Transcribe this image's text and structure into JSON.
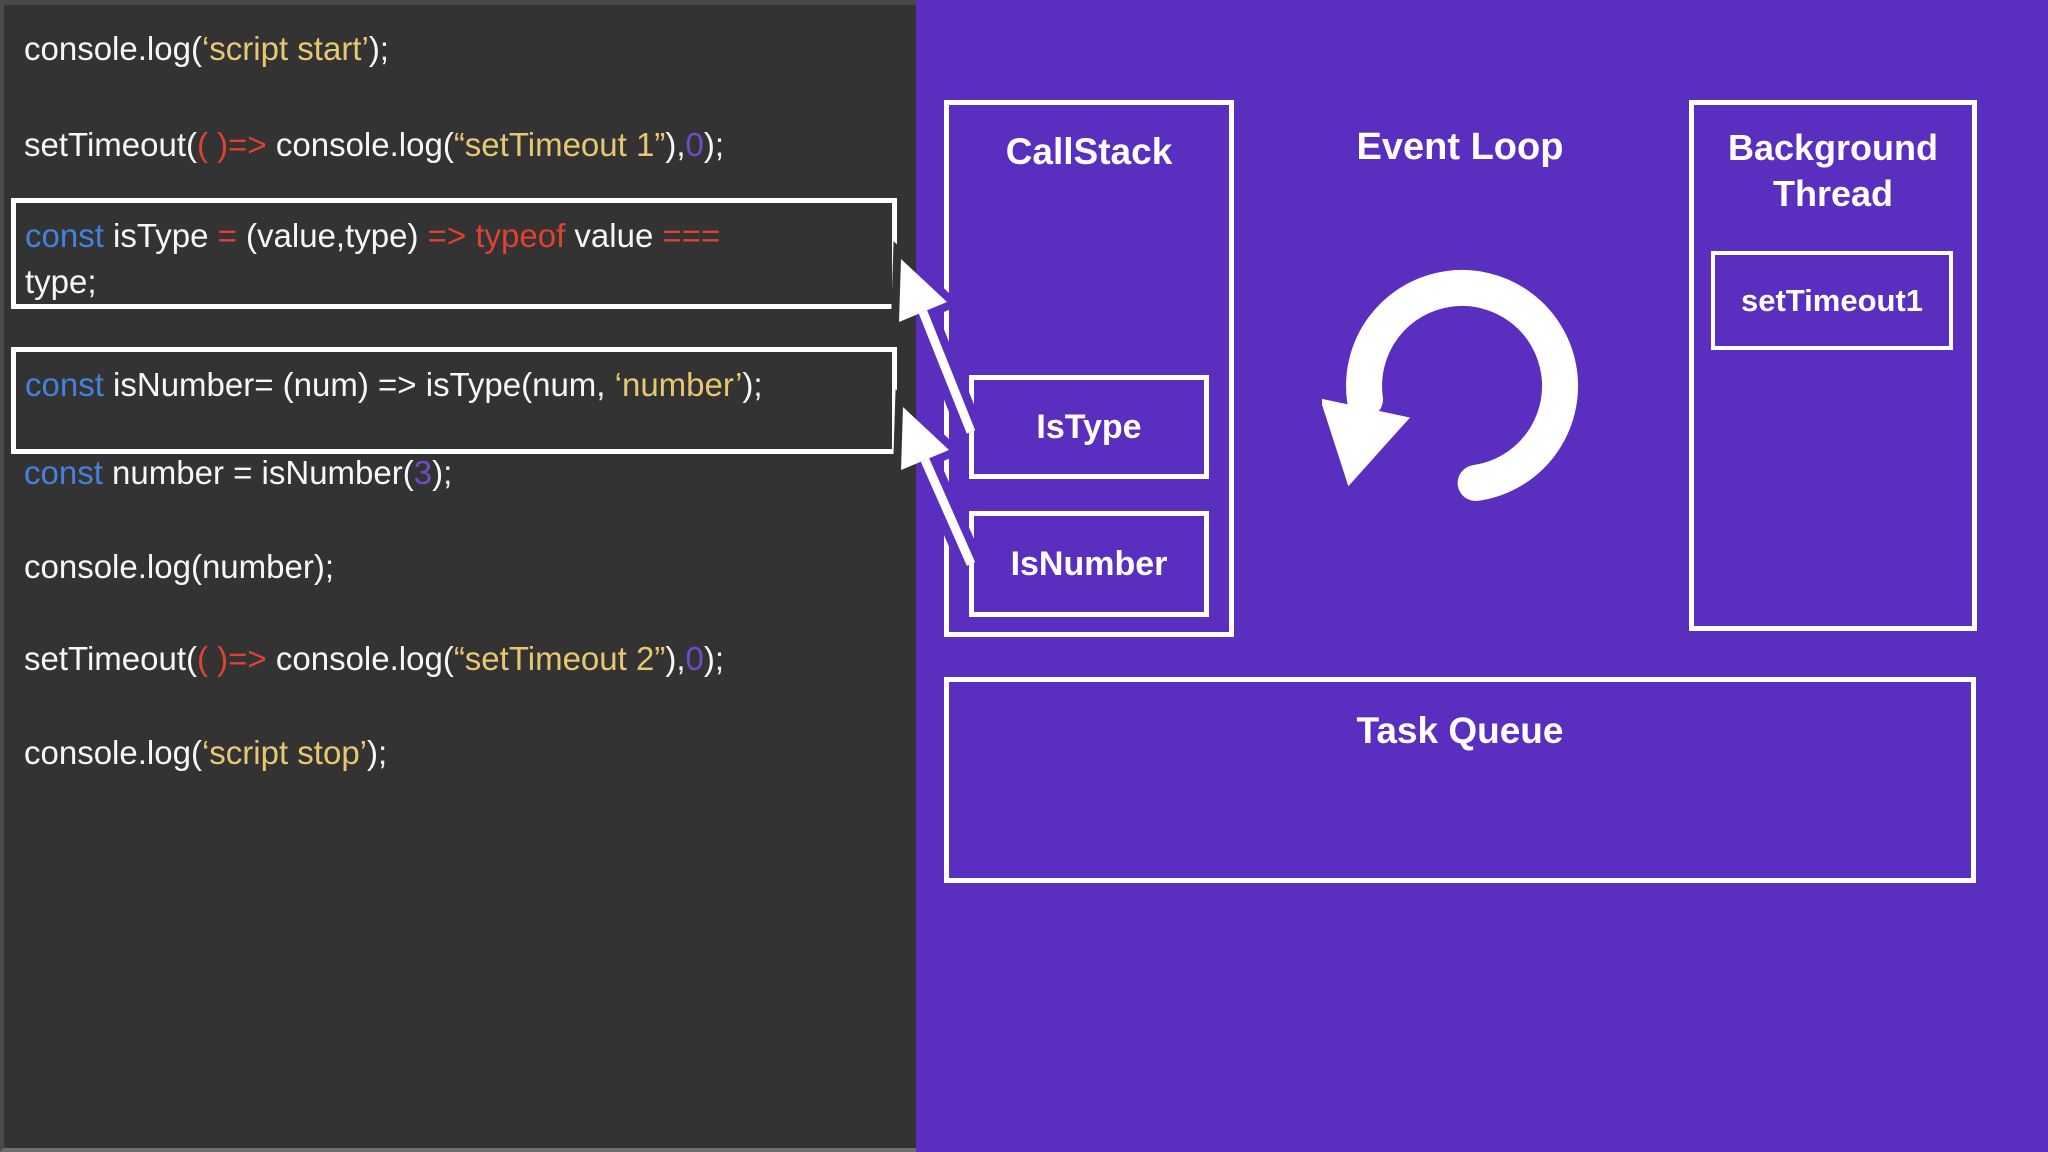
{
  "colors": {
    "panel_dark": "#333333",
    "background_purple": "#5A2EBE",
    "box_border": "#ffffff",
    "code_text": "#F7F7F7",
    "code_string": "#E7C870",
    "code_keyword_const": "#4481DA",
    "code_red": "#DE4231",
    "code_number": "#6C4DC7"
  },
  "code_panel": {
    "blocks": [
      {
        "boxed": false,
        "lines": [
          [
            [
              "console.log(",
              "t"
            ],
            [
              "‘script start’",
              "s"
            ],
            [
              ");",
              "t"
            ]
          ]
        ]
      },
      {
        "boxed": false,
        "lines": [
          [
            [
              "setTimeout(",
              "t"
            ],
            [
              "( )",
              "r"
            ],
            [
              "=>",
              "r"
            ],
            [
              " console.log(",
              "t"
            ],
            [
              "“setTimeout 1”",
              "s"
            ],
            [
              "),",
              "t"
            ],
            [
              "0",
              "n"
            ],
            [
              ");",
              "t"
            ]
          ]
        ]
      },
      {
        "boxed": true,
        "lines": [
          [
            [
              "const",
              "k"
            ],
            [
              " isType ",
              "t"
            ],
            [
              "=",
              "r"
            ],
            [
              " (value,type) ",
              "t"
            ],
            [
              "=> ",
              "r"
            ],
            [
              "typeof",
              "r"
            ],
            [
              " value ",
              "t"
            ],
            [
              "===",
              "r"
            ]
          ],
          [
            [
              "type;",
              "t"
            ]
          ]
        ]
      },
      {
        "boxed": true,
        "lines": [
          [
            [
              "const",
              "k"
            ],
            [
              " isNumber= (num) => isType(num, ",
              "t"
            ],
            [
              "‘number’",
              "s"
            ],
            [
              ");",
              "t"
            ]
          ]
        ]
      },
      {
        "boxed": false,
        "lines": [
          [
            [
              "const",
              "k"
            ],
            [
              " number = isNumber(",
              "t"
            ],
            [
              "3",
              "n"
            ],
            [
              ");",
              "t"
            ]
          ]
        ]
      },
      {
        "boxed": false,
        "lines": [
          [
            [
              "console.log(number);",
              "t"
            ]
          ]
        ]
      },
      {
        "boxed": false,
        "lines": [
          [
            [
              "setTimeout(",
              "t"
            ],
            [
              "( )",
              "r"
            ],
            [
              "=>",
              "r"
            ],
            [
              " console.log(",
              "t"
            ],
            [
              "“setTimeout 2”",
              "s"
            ],
            [
              "),",
              "t"
            ],
            [
              "0",
              "n"
            ],
            [
              ");",
              "t"
            ]
          ]
        ]
      },
      {
        "boxed": false,
        "lines": [
          [
            [
              "console.log(",
              "t"
            ],
            [
              "‘script stop’",
              "s"
            ],
            [
              ");",
              "t"
            ]
          ]
        ]
      }
    ]
  },
  "diagram": {
    "callstack": {
      "title": "CallStack",
      "frames": [
        "IsType",
        "IsNumber"
      ]
    },
    "event_loop": {
      "title": "Event Loop",
      "icon": "rotate-counterclockwise-icon"
    },
    "background_thread": {
      "title": "Background Thread",
      "items": [
        "setTimeout1"
      ]
    },
    "task_queue": {
      "title": "Task Queue"
    }
  }
}
